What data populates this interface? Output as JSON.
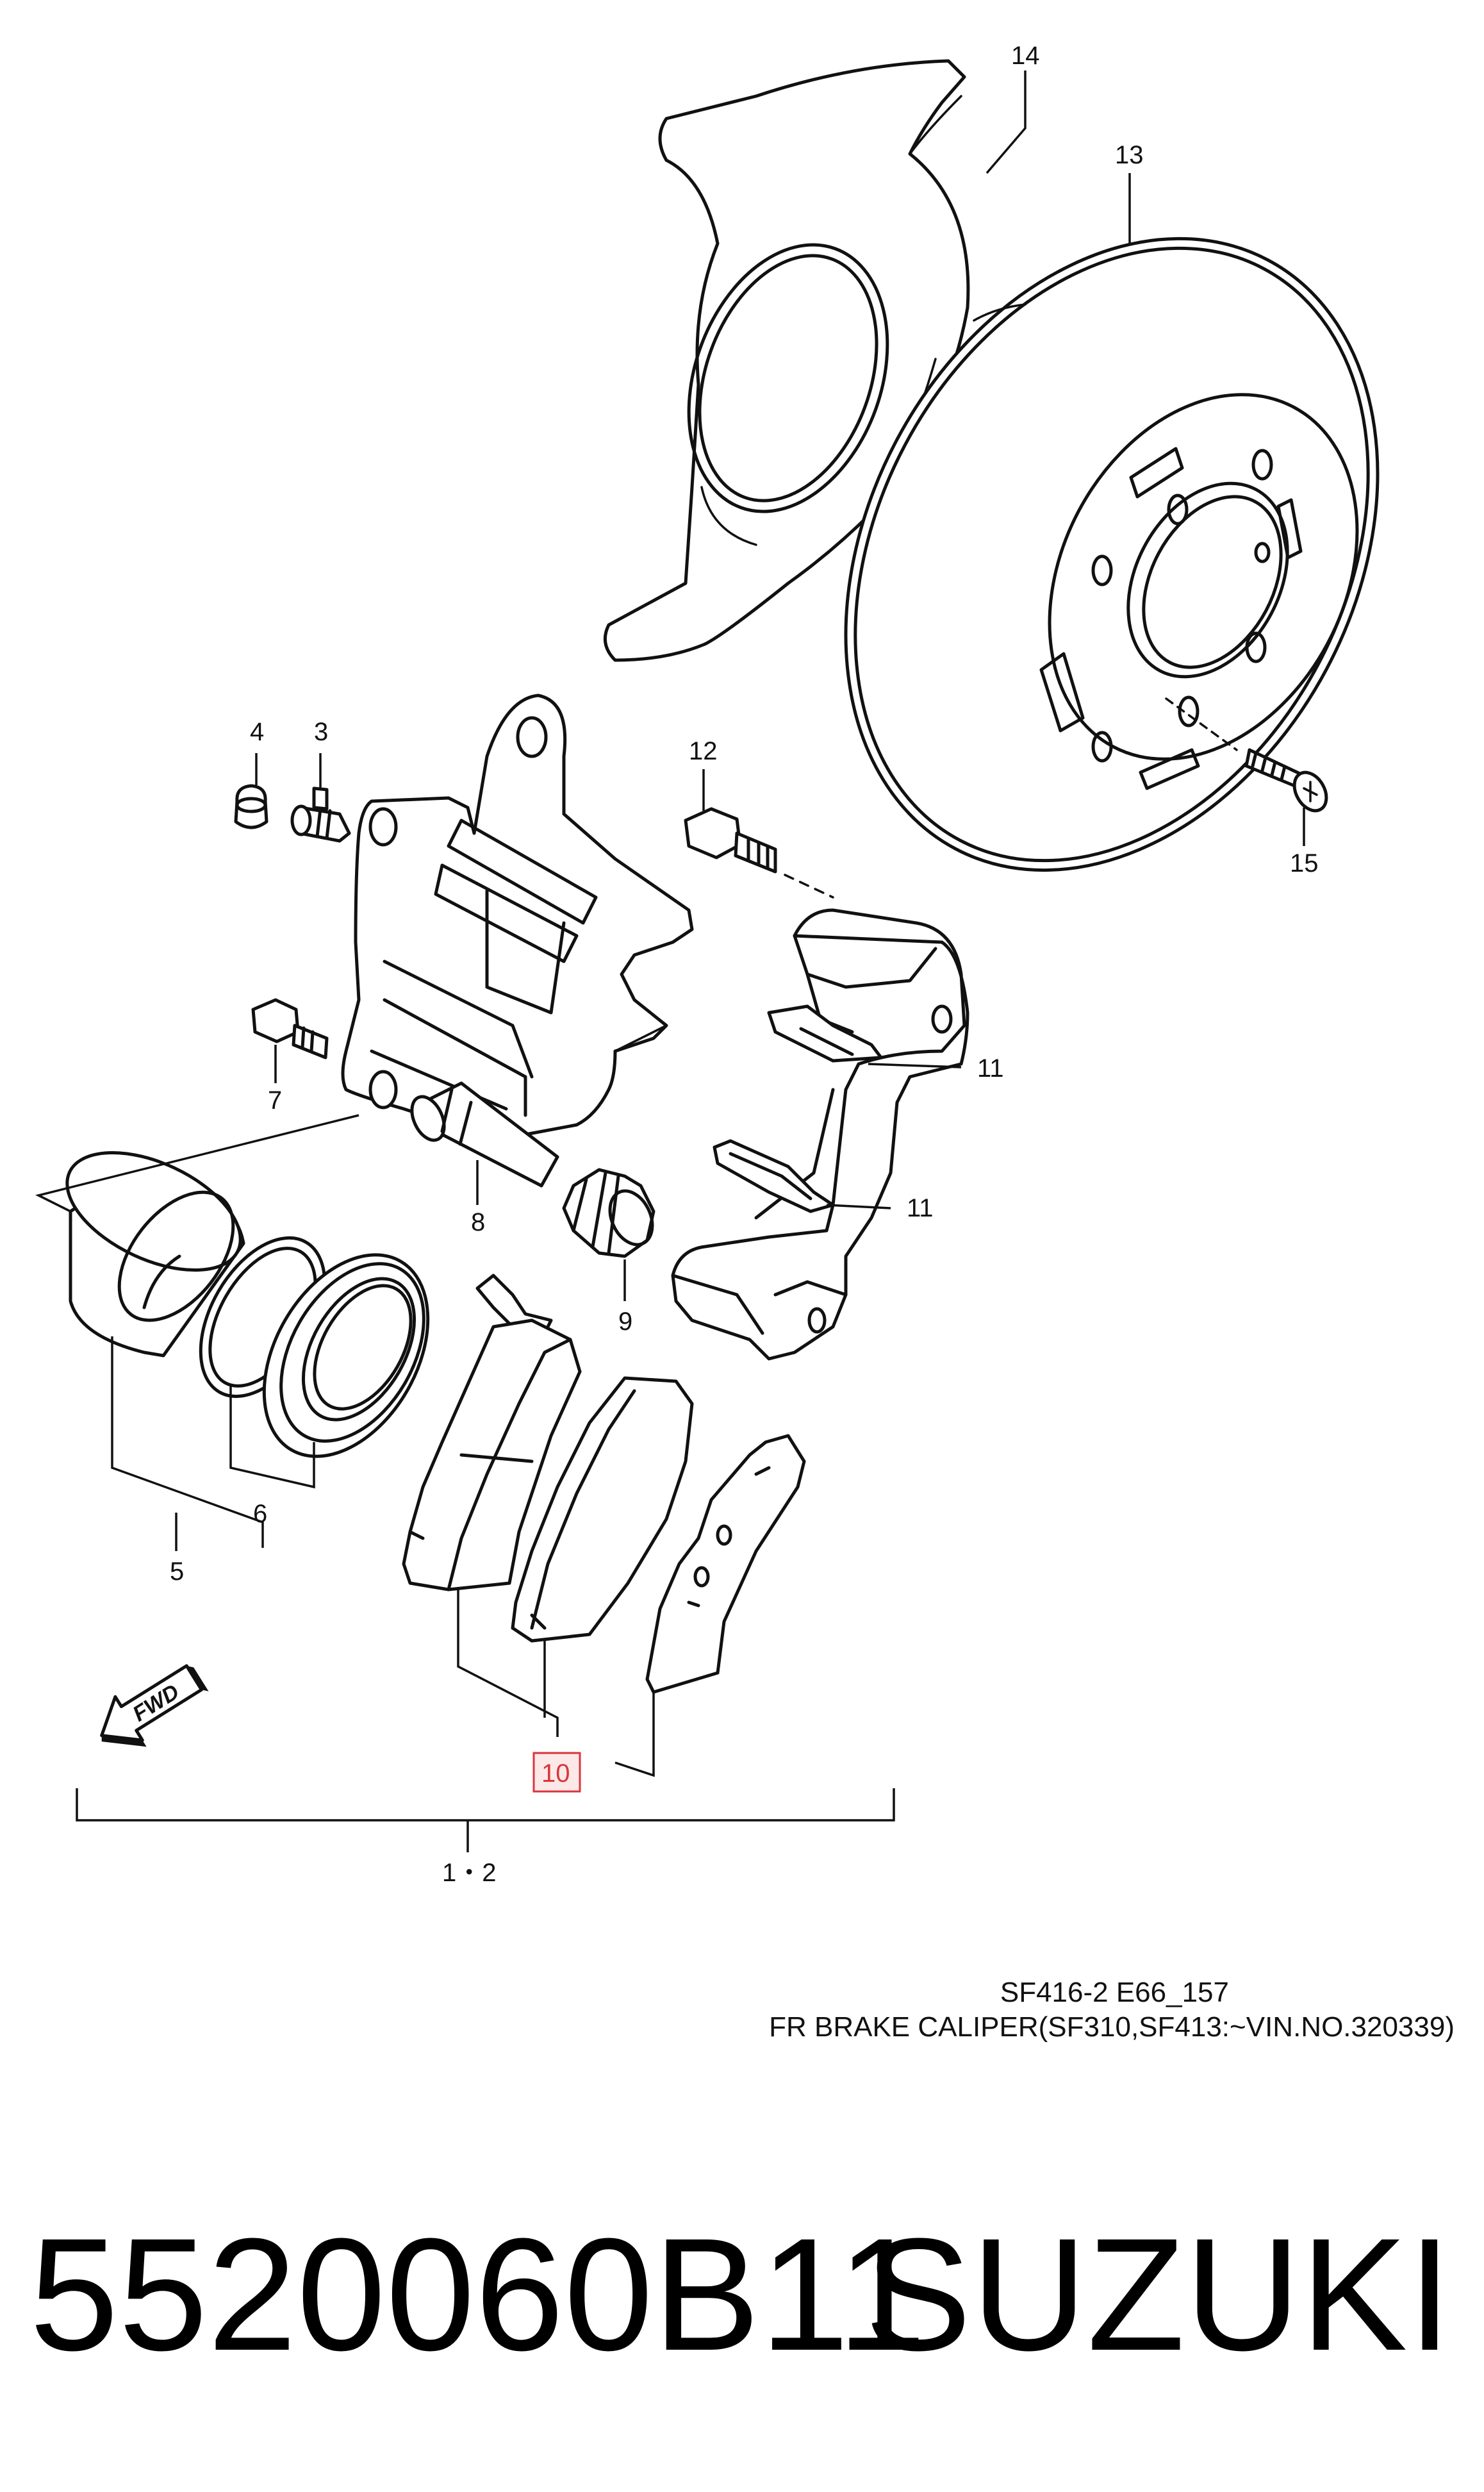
{
  "diagram": {
    "callouts": {
      "c1": "14",
      "c2": "13",
      "c3": "4",
      "c4": "3",
      "c5": "12",
      "c6": "15",
      "c7": "11",
      "c8": "11",
      "c9": "7",
      "c10": "8",
      "c11": "9",
      "c12": "6",
      "c13": "5",
      "c14": "10",
      "c15": "1・2"
    },
    "direction_label": "FWD",
    "highlighted_callout": "10",
    "highlight_color": "#d9363e",
    "highlight_fill": "#fde8e8"
  },
  "caption": {
    "code": "SF416-2 E66_157",
    "title": "FR BRAKE CALIPER(SF310,SF413:~VIN.NO.320339)"
  },
  "footer": {
    "part_number": "5520060B11",
    "brand": "SUZUKI"
  }
}
